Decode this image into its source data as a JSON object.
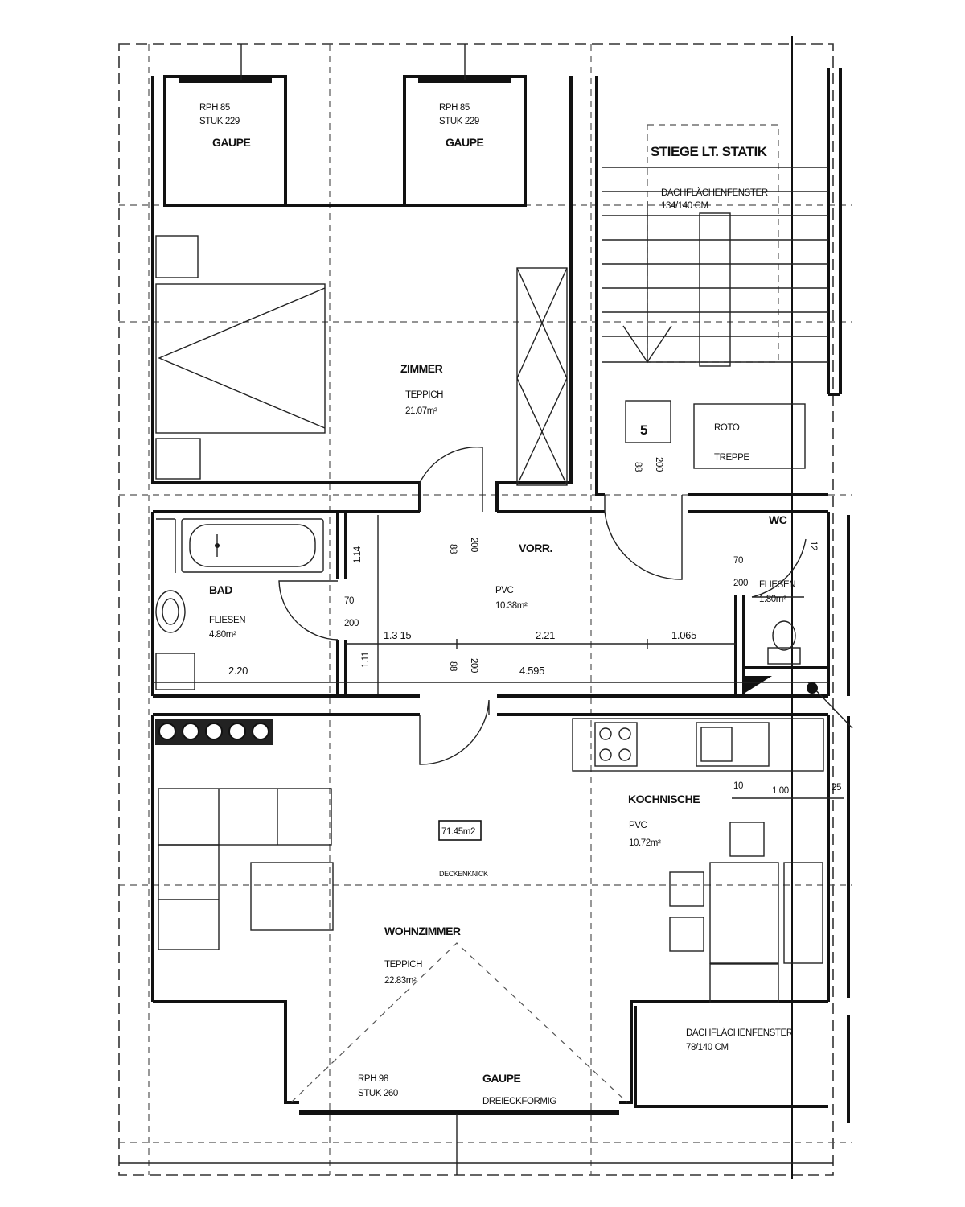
{
  "rooms": {
    "gaupe_left": {
      "label": "GAUPE",
      "rph": "RPH 85",
      "stuk": "STUK 229"
    },
    "gaupe_mid": {
      "label": "GAUPE",
      "rph": "RPH 85",
      "stuk": "STUK 229"
    },
    "stiege": {
      "label": "STIEGE LT. STATIK",
      "window_label": "DACHFLÄCHENFENSTER",
      "window_size": "134/140 CM"
    },
    "zimmer": {
      "label": "ZIMMER",
      "floor": "TEPPICH",
      "area": "21.07m²"
    },
    "roto": {
      "label": "ROTO",
      "sub": "TREPPE",
      "number": "5"
    },
    "vorr": {
      "label": "VORR.",
      "floor": "PVC",
      "area": "10.38m²"
    },
    "bad": {
      "label": "BAD",
      "floor": "FLIESEN",
      "area": "4.80m²"
    },
    "wc": {
      "label": "WC",
      "floor": "FLIESEN",
      "area": "1.80m²"
    },
    "kochnische": {
      "label": "KOCHNISCHE",
      "floor": "PVC",
      "area": "10.72m²"
    },
    "wohnzimmer": {
      "label": "WOHNZIMMER",
      "floor": "TEPPICH",
      "area": "22.83m²"
    },
    "gaupe_bottom": {
      "label": "GAUPE",
      "shape": "DREIECKFORMIG",
      "rph": "RPH 98",
      "stuk": "STUK 260"
    },
    "dachfenster_bottom": {
      "label": "DACHFLÄCHENFENSTER",
      "size": "78/140 CM"
    }
  },
  "total_area": "71.45m2",
  "ceiling_note": "DECKENKNICK",
  "dimensions": {
    "d_1315": "1.3 15",
    "d_221": "2.21",
    "d_1065": "1.065",
    "d_4595": "4.595",
    "d_220": "2.20",
    "d_70a": "70",
    "d_200a": "200",
    "d_70b": "70",
    "d_200b": "200",
    "d_114": "1.14",
    "d_111": "1.11",
    "d_88a": "88",
    "d_200c": "200",
    "d_88b": "88",
    "d_200d": "200",
    "d_88c": "88",
    "d_200e": "200",
    "d_10": "10",
    "d_100": "1.00",
    "d_25": "25",
    "d_12": "12"
  }
}
